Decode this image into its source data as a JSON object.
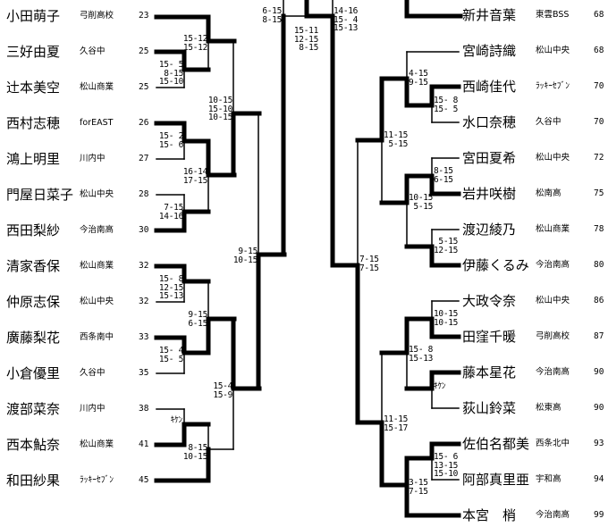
{
  "left_players": [
    {
      "name": "小田萌子",
      "school": "弓削高校",
      "seed": "23"
    },
    {
      "name": "三好由夏",
      "school": "久谷中",
      "seed": "25"
    },
    {
      "name": "辻本美空",
      "school": "松山商業",
      "seed": "25"
    },
    {
      "name": "西村志穂",
      "school": "forEAST",
      "seed": "26"
    },
    {
      "name": "鴻上明里",
      "school": "川内中",
      "seed": "27"
    },
    {
      "name": "門屋日菜子",
      "school": "松山中央",
      "seed": "28"
    },
    {
      "name": "西田梨紗",
      "school": "今治南高",
      "seed": "30"
    },
    {
      "name": "清家香保",
      "school": "松山商業",
      "seed": "32"
    },
    {
      "name": "仲原志保",
      "school": "松山中央",
      "seed": "32"
    },
    {
      "name": "廣藤梨花",
      "school": "西条南中",
      "seed": "33"
    },
    {
      "name": "小倉優里",
      "school": "久谷中",
      "seed": "35"
    },
    {
      "name": "渡部菜奈",
      "school": "川内中",
      "seed": "38"
    },
    {
      "name": "西本鮎奈",
      "school": "松山商業",
      "seed": "41"
    },
    {
      "name": "和田紗果",
      "school": "ﾗｯｷｰｾﾌﾞﾝ",
      "seed": "45"
    }
  ],
  "right_players": [
    {
      "name": "新井音葉",
      "school": "東雲BSS",
      "seed": "68"
    },
    {
      "name": "宮崎詩織",
      "school": "松山中央",
      "seed": "68"
    },
    {
      "name": "西崎佳代",
      "school": "ﾗｯｷｰｾﾌﾞﾝ",
      "seed": "70"
    },
    {
      "name": "水口奈穂",
      "school": "久谷中",
      "seed": "70"
    },
    {
      "name": "宮田夏希",
      "school": "松山中央",
      "seed": "72"
    },
    {
      "name": "岩井咲樹",
      "school": "松南高",
      "seed": "75"
    },
    {
      "name": "渡辺綾乃",
      "school": "松山商業",
      "seed": "78"
    },
    {
      "name": "伊藤くるみ",
      "school": "今治南高",
      "seed": "80"
    },
    {
      "name": "大政令奈",
      "school": "松山中央",
      "seed": "86"
    },
    {
      "name": "田窪千暖",
      "school": "弓削高校",
      "seed": "87"
    },
    {
      "name": "藤本星花",
      "school": "今治南高",
      "seed": "90"
    },
    {
      "name": "荻山鈴菜",
      "school": "松東高",
      "seed": "90"
    },
    {
      "name": "佐伯名都美",
      "school": "西条北中",
      "seed": "93"
    },
    {
      "name": "阿部真里亜",
      "school": "宇和高",
      "seed": "94"
    },
    {
      "name": "本宮　梢",
      "school": "今治南高",
      "seed": "99"
    }
  ],
  "scores": [
    "6-15\n8-15",
    "15-11\n12-15\n 8-15",
    "14-16\n15- 4\n15-13",
    "15-12\n15-12",
    "15- 5\n 8-15\n15-10",
    "10-15\n15-10\n10-15",
    "15- 2\n15- 6",
    "16-14\n17-15",
    " 7-15\n14-16",
    "9-15\n10-15",
    "15- 8\n12-15\n15-13",
    "9-15\n6-15",
    "15- 4\n15- 5",
    "15-4\n15-9",
    "ｷｹﾝ",
    "8-15\n10-15",
    "4-15\n9-15",
    "15- 8\n15- 5",
    "11-15\n 5-15",
    "8-15\n6-15",
    "10-15\n 5-15",
    " 5-15\n12-15",
    "7-15\n7-15",
    "10-15\n10-15",
    "15- 8\n15-13",
    "ｷｹﾝ",
    "11-15\n15-17",
    "15- 6\n13-15\n15-10",
    "3-15\n7-15"
  ]
}
